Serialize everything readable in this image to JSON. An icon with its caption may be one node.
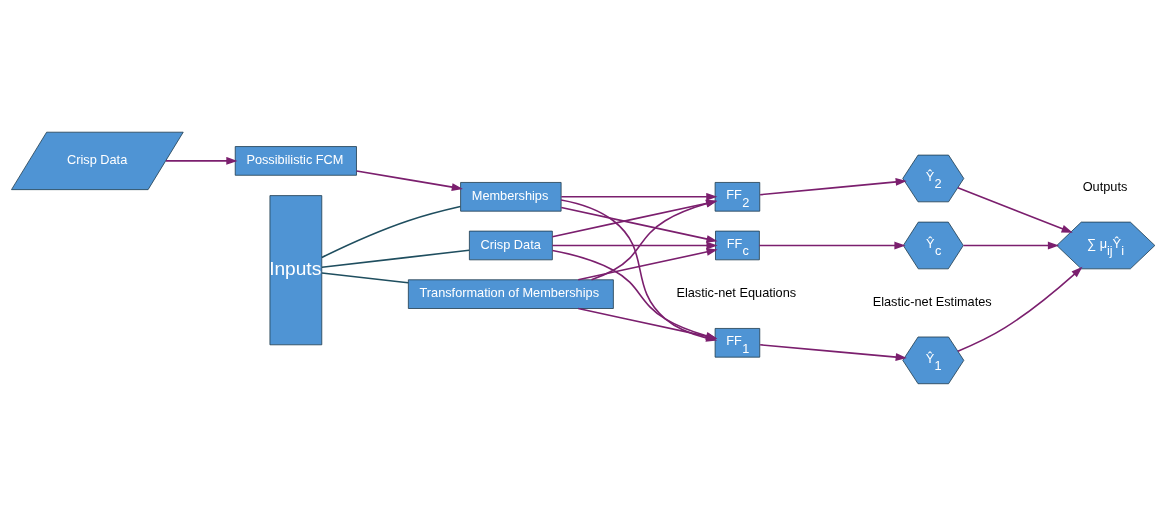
{
  "diagram": {
    "nodes": [
      {
        "text": [
          "Crisp Data"
        ]
      },
      {
        "text": [
          "Possibilistic FCM"
        ]
      },
      {
        "text": [
          "Inputs"
        ]
      },
      {
        "text": [
          "Memberships"
        ]
      },
      {
        "text": [
          "Transformation of Memberships"
        ]
      },
      {
        "text": [
          "Crisp Data"
        ]
      },
      {
        "text": [
          "FF$_{1}$"
        ]
      },
      {
        "text": [
          "FF$_{2}$"
        ]
      },
      {
        "text": [
          "FF$_{c}$"
        ]
      },
      {
        "text": [
          "Ŷ$_{1}$"
        ]
      },
      {
        "text": [
          "Ŷ$_{2}$"
        ]
      },
      {
        "text": [
          "Ŷ$_{c}$"
        ]
      },
      {
        "text": [
          "∑ μ$_{ij}$Ŷ$_{i}$"
        ]
      }
    ],
    "edges": [
      {
        "from": 0,
        "to": 1,
        "arrow": "to"
      },
      {
        "from": 1,
        "to": 3,
        "arrow": "to"
      },
      {
        "from": 2,
        "to": 3,
        "arrow": "none",
        "color": "#1f4e5f"
      },
      {
        "from": 2,
        "to": 4,
        "arrow": "none",
        "color": "#1f4e5f"
      },
      {
        "from": 2,
        "to": 5,
        "arrow": "none",
        "color": "#1f4e5f"
      },
      {
        "from": 3,
        "to": 6,
        "arrow": "to"
      },
      {
        "from": 3,
        "to": 7,
        "arrow": "to"
      },
      {
        "from": 3,
        "to": 8,
        "arrow": "to"
      },
      {
        "from": 4,
        "to": 6,
        "arrow": "to"
      },
      {
        "from": 4,
        "to": 7,
        "arrow": "to"
      },
      {
        "from": 4,
        "to": 8,
        "arrow": "to"
      },
      {
        "from": 5,
        "to": 6,
        "arrow": "to"
      },
      {
        "from": 5,
        "to": 7,
        "arrow": "to"
      },
      {
        "from": 5,
        "to": 8,
        "arrow": "to"
      },
      {
        "from": 6,
        "to": 9,
        "arrow": "to"
      },
      {
        "from": 7,
        "to": 10,
        "arrow": "to"
      },
      {
        "from": 8,
        "to": 11,
        "arrow": "to"
      },
      {
        "from": 9,
        "to": 12,
        "arrow": "to"
      },
      {
        "from": 10,
        "to": 12,
        "arrow": "to"
      },
      {
        "from": 11,
        "to": 12,
        "arrow": "to"
      }
    ],
    "labels": [
      "Elastic-net Equations",
      "Elastic-net Estimates",
      "Outputs"
    ]
  }
}
